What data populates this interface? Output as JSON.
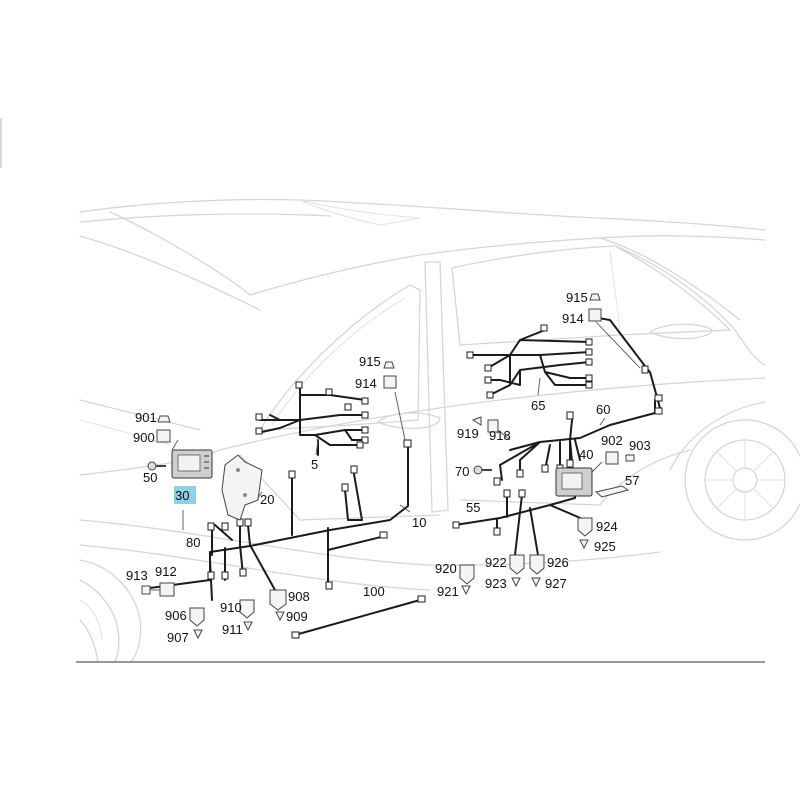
{
  "labels": {
    "l30": "30",
    "l50": "50",
    "l900": "900",
    "l901": "901",
    "l20": "20",
    "l80": "80",
    "l913": "913",
    "l912": "912",
    "l906": "906",
    "l907": "907",
    "l910": "910",
    "l911": "911",
    "l908": "908",
    "l909": "909",
    "l5": "5",
    "l915a": "915",
    "l914a": "914",
    "l10": "10",
    "l100": "100",
    "l70": "70",
    "l55": "55",
    "l919": "919",
    "l918": "918",
    "l65": "65",
    "l60": "60",
    "l915b": "915",
    "l914b": "914",
    "l902": "902",
    "l903": "903",
    "l40": "40",
    "l57": "57",
    "l920": "920",
    "l921": "921",
    "l922": "922",
    "l923": "923",
    "l926": "926",
    "l927": "927",
    "l924": "924",
    "l925": "925"
  },
  "colors": {
    "highlight": "#8fd0e6",
    "car_outline": "#d6d6d6",
    "wire": "#1b1b1b"
  },
  "highlighted_part": "30"
}
